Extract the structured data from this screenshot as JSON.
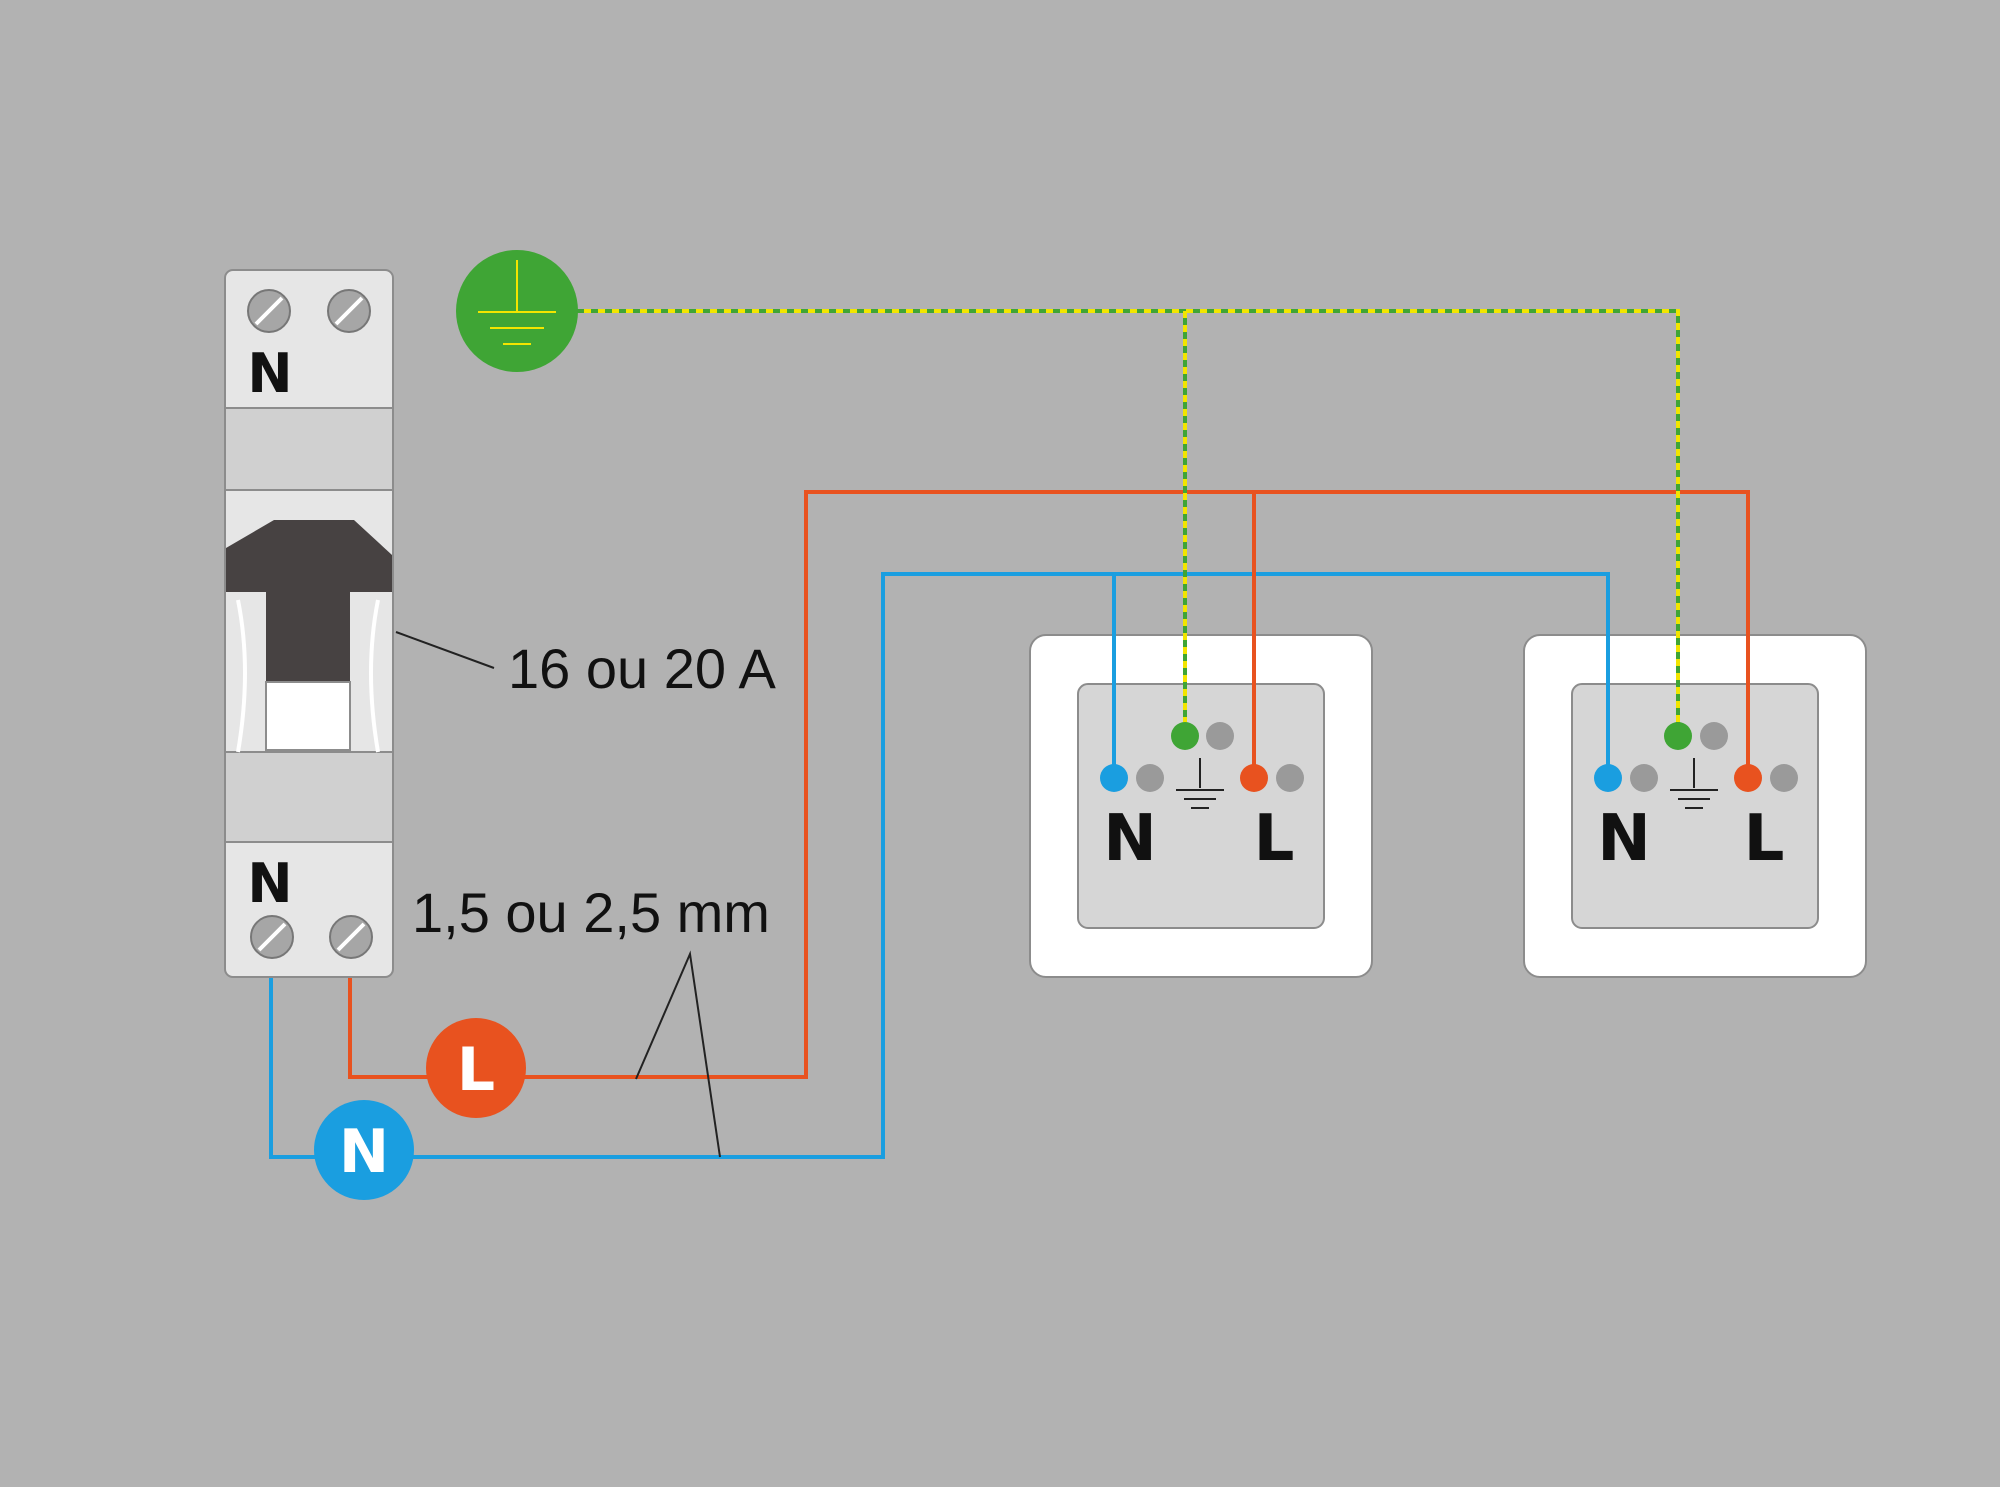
{
  "colors": {
    "background": "#b2b2b2",
    "phase": "#e8521f",
    "neutral": "#1a9ee0",
    "earth_green": "#3fa535",
    "earth_yellow": "#f2e500",
    "breaker_body": "#e6e6e6",
    "breaker_band": "#d0d0d0",
    "handle": "#474242",
    "socket_frame": "#ffffff",
    "socket_face": "#d6d6d6",
    "terminal_grey": "#9a9a9a"
  },
  "breaker": {
    "top_terminal_label": "N",
    "bottom_terminal_label": "N",
    "rating_label": "16 ou 20 A"
  },
  "cable": {
    "section_label": "1,5 ou 2,5 mm"
  },
  "badges": {
    "phase": "L",
    "neutral": "N"
  },
  "earth": {
    "icon": "earth-ground-icon"
  },
  "sockets": [
    {
      "neutral_label": "N",
      "phase_label": "L",
      "ground_icon": "ground-symbol-icon"
    },
    {
      "neutral_label": "N",
      "phase_label": "L",
      "ground_icon": "ground-symbol-icon"
    }
  ]
}
